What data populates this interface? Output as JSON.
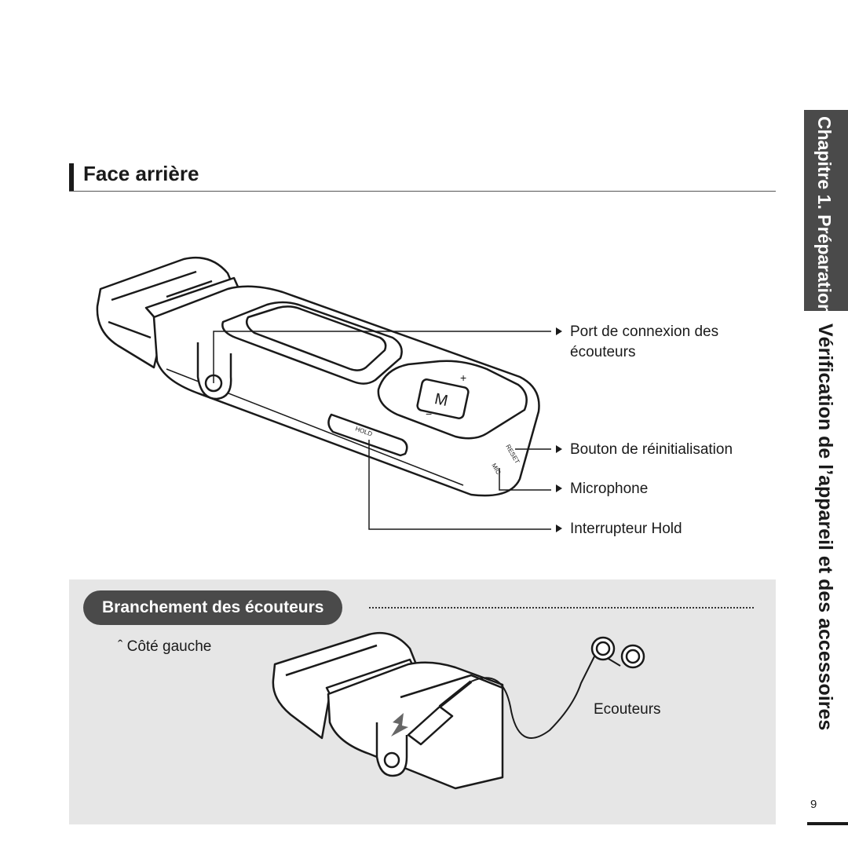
{
  "section": {
    "heading": "Face arrière"
  },
  "side_tab": {
    "chapter": "Chapitre 1. Préparation",
    "title": "Vérification de l’appareil et des accessoires"
  },
  "callouts": [
    {
      "line1": "Port de connexion des",
      "line2": "écouteurs"
    },
    {
      "line1": "Bouton de réinitialisation"
    },
    {
      "line1": "Microphone"
    },
    {
      "line1": "Interrupteur Hold"
    }
  ],
  "device_labels": {
    "hold": "HOLD",
    "mic": "MIC",
    "reset": "RESET",
    "menu_button": "M"
  },
  "earphone_section": {
    "title": "Branchement des écouteurs",
    "left_side_note": "ˆ Côté gauche",
    "earphones_label": "Ecouteurs"
  },
  "page_number": "9"
}
